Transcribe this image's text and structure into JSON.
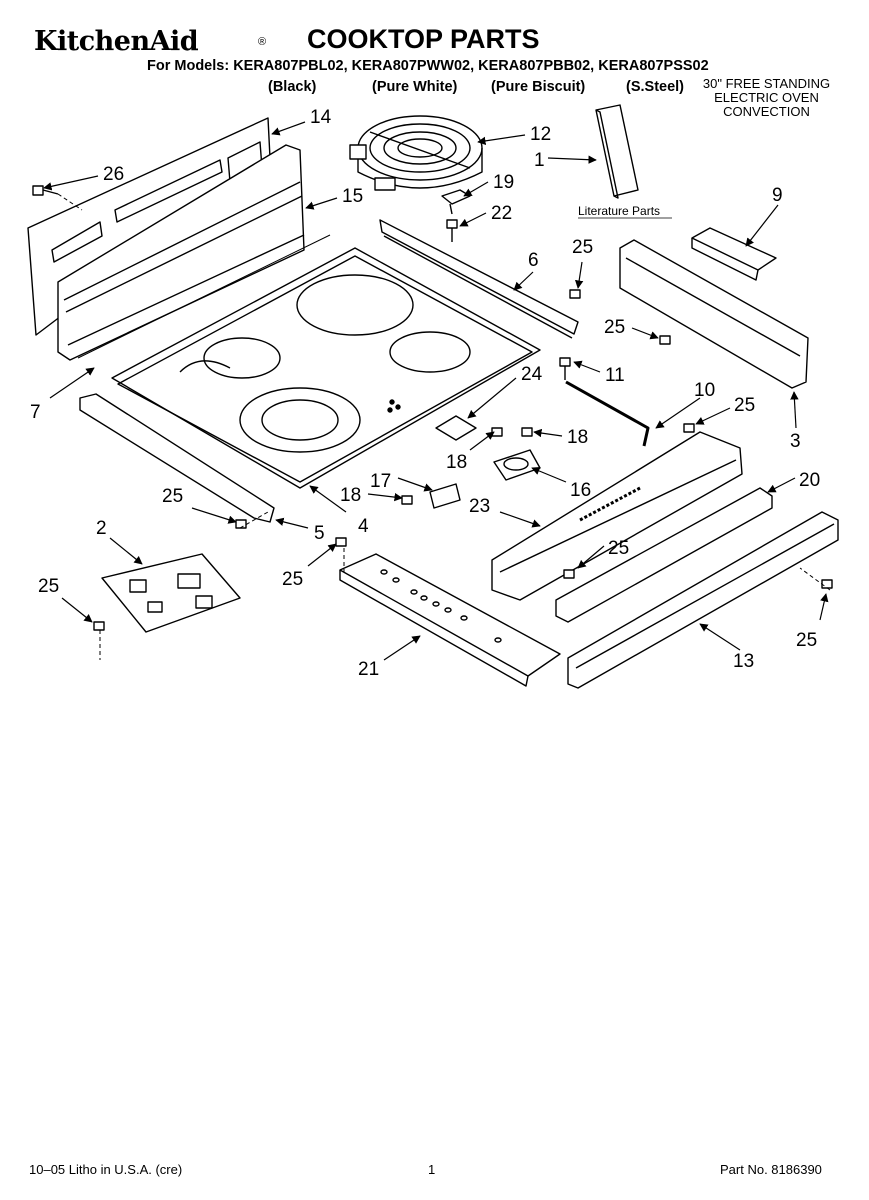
{
  "header": {
    "brand": "KitchenAid",
    "brand_mark": "®",
    "title": "COOKTOP PARTS",
    "models": "For Models: KERA807PBL02, KERA807PWW02, KERA807PBB02, KERA807PSS02",
    "colors": [
      "(Black)",
      "(Pure White)",
      "(Pure Biscuit)",
      "(S.Steel)"
    ],
    "product_type": [
      "30\" FREE STANDING",
      "ELECTRIC OVEN",
      "CONVECTION"
    ]
  },
  "diagram": {
    "literature_label": "Literature Parts",
    "callouts": {
      "c14": "14",
      "c12": "12",
      "c1": "1",
      "c26": "26",
      "c19": "19",
      "c15": "15",
      "c22": "22",
      "c9": "9",
      "c25a": "25",
      "c6": "6",
      "c25b": "25",
      "c24": "24",
      "c11": "11",
      "c7": "7",
      "c10": "10",
      "c25c": "25",
      "c3": "3",
      "c18a": "18",
      "c18b": "18",
      "c16": "16",
      "c17": "17",
      "c20": "20",
      "c18c": "18",
      "c23": "23",
      "c25d": "25",
      "c5": "5",
      "c4": "4",
      "c2": "2",
      "c25e": "25",
      "c25f": "25",
      "c25g": "25",
      "c25h": "25",
      "c21": "21",
      "c13": "13"
    }
  },
  "footer": {
    "litho": "10–05 Litho in U.S.A. (cre)",
    "page": "1",
    "part_no": "Part No. 8186390"
  }
}
